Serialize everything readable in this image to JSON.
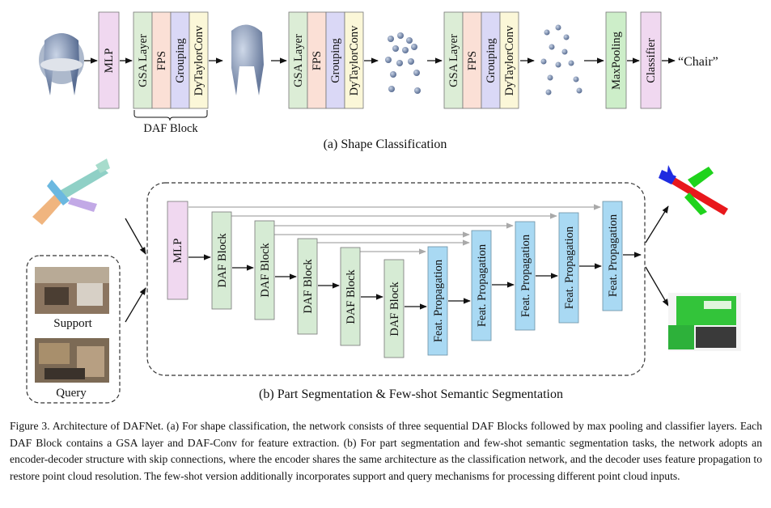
{
  "panel_a": {
    "caption": "(a) Shape Classification",
    "mlp": "MLP",
    "block_layers": [
      "GSA Layer",
      "FPS",
      "Grouping",
      "DyTaylorConv"
    ],
    "block_brace_label": "DAF Block",
    "maxpooling": "MaxPooling",
    "classifier": "Classifier",
    "output": "“Chair”",
    "colors": {
      "mlp": "#f0d8f0",
      "gsa": "#dcedd6",
      "fps": "#fbe0d6",
      "grouping": "#dad8f6",
      "dytaylor": "#fbf7d8",
      "maxpool": "#cdeec9",
      "classifier": "#f0d8f0"
    }
  },
  "panel_b": {
    "caption": "(b) Part Segmentation & Few-shot Semantic Segmentation",
    "mlp": "MLP",
    "encoder_blocks": [
      "DAF Block",
      "DAF Block",
      "DAF Block",
      "DAF Block",
      "DAF Block"
    ],
    "decoder_blocks": [
      "Feat. Propagation",
      "Feat. Propagation",
      "Feat. Propagation",
      "Feat. Propagation",
      "Feat. Propagation"
    ],
    "support_label": "Support",
    "query_label": "Query",
    "colors": {
      "encoder": "#d6ebd4",
      "decoder": "#a9d9f3",
      "mlp": "#f0d8f0",
      "skip": "#a9a9a9"
    }
  },
  "figure_caption": {
    "label": "Figure 3.",
    "text": "Architecture of DAFNet. (a) For shape classification, the network consists of three sequential DAF Blocks followed by max pooling and classifier layers. Each DAF Block contains a GSA layer and DAF-Conv for feature extraction. (b) For part segmentation and few-shot semantic segmentation tasks, the network adopts an encoder-decoder structure with skip connections, where the encoder shares the same architecture as the classification network, and the decoder uses feature propagation to restore point cloud resolution. The few-shot version additionally incorporates support and query mechanisms for processing different point cloud inputs."
  }
}
